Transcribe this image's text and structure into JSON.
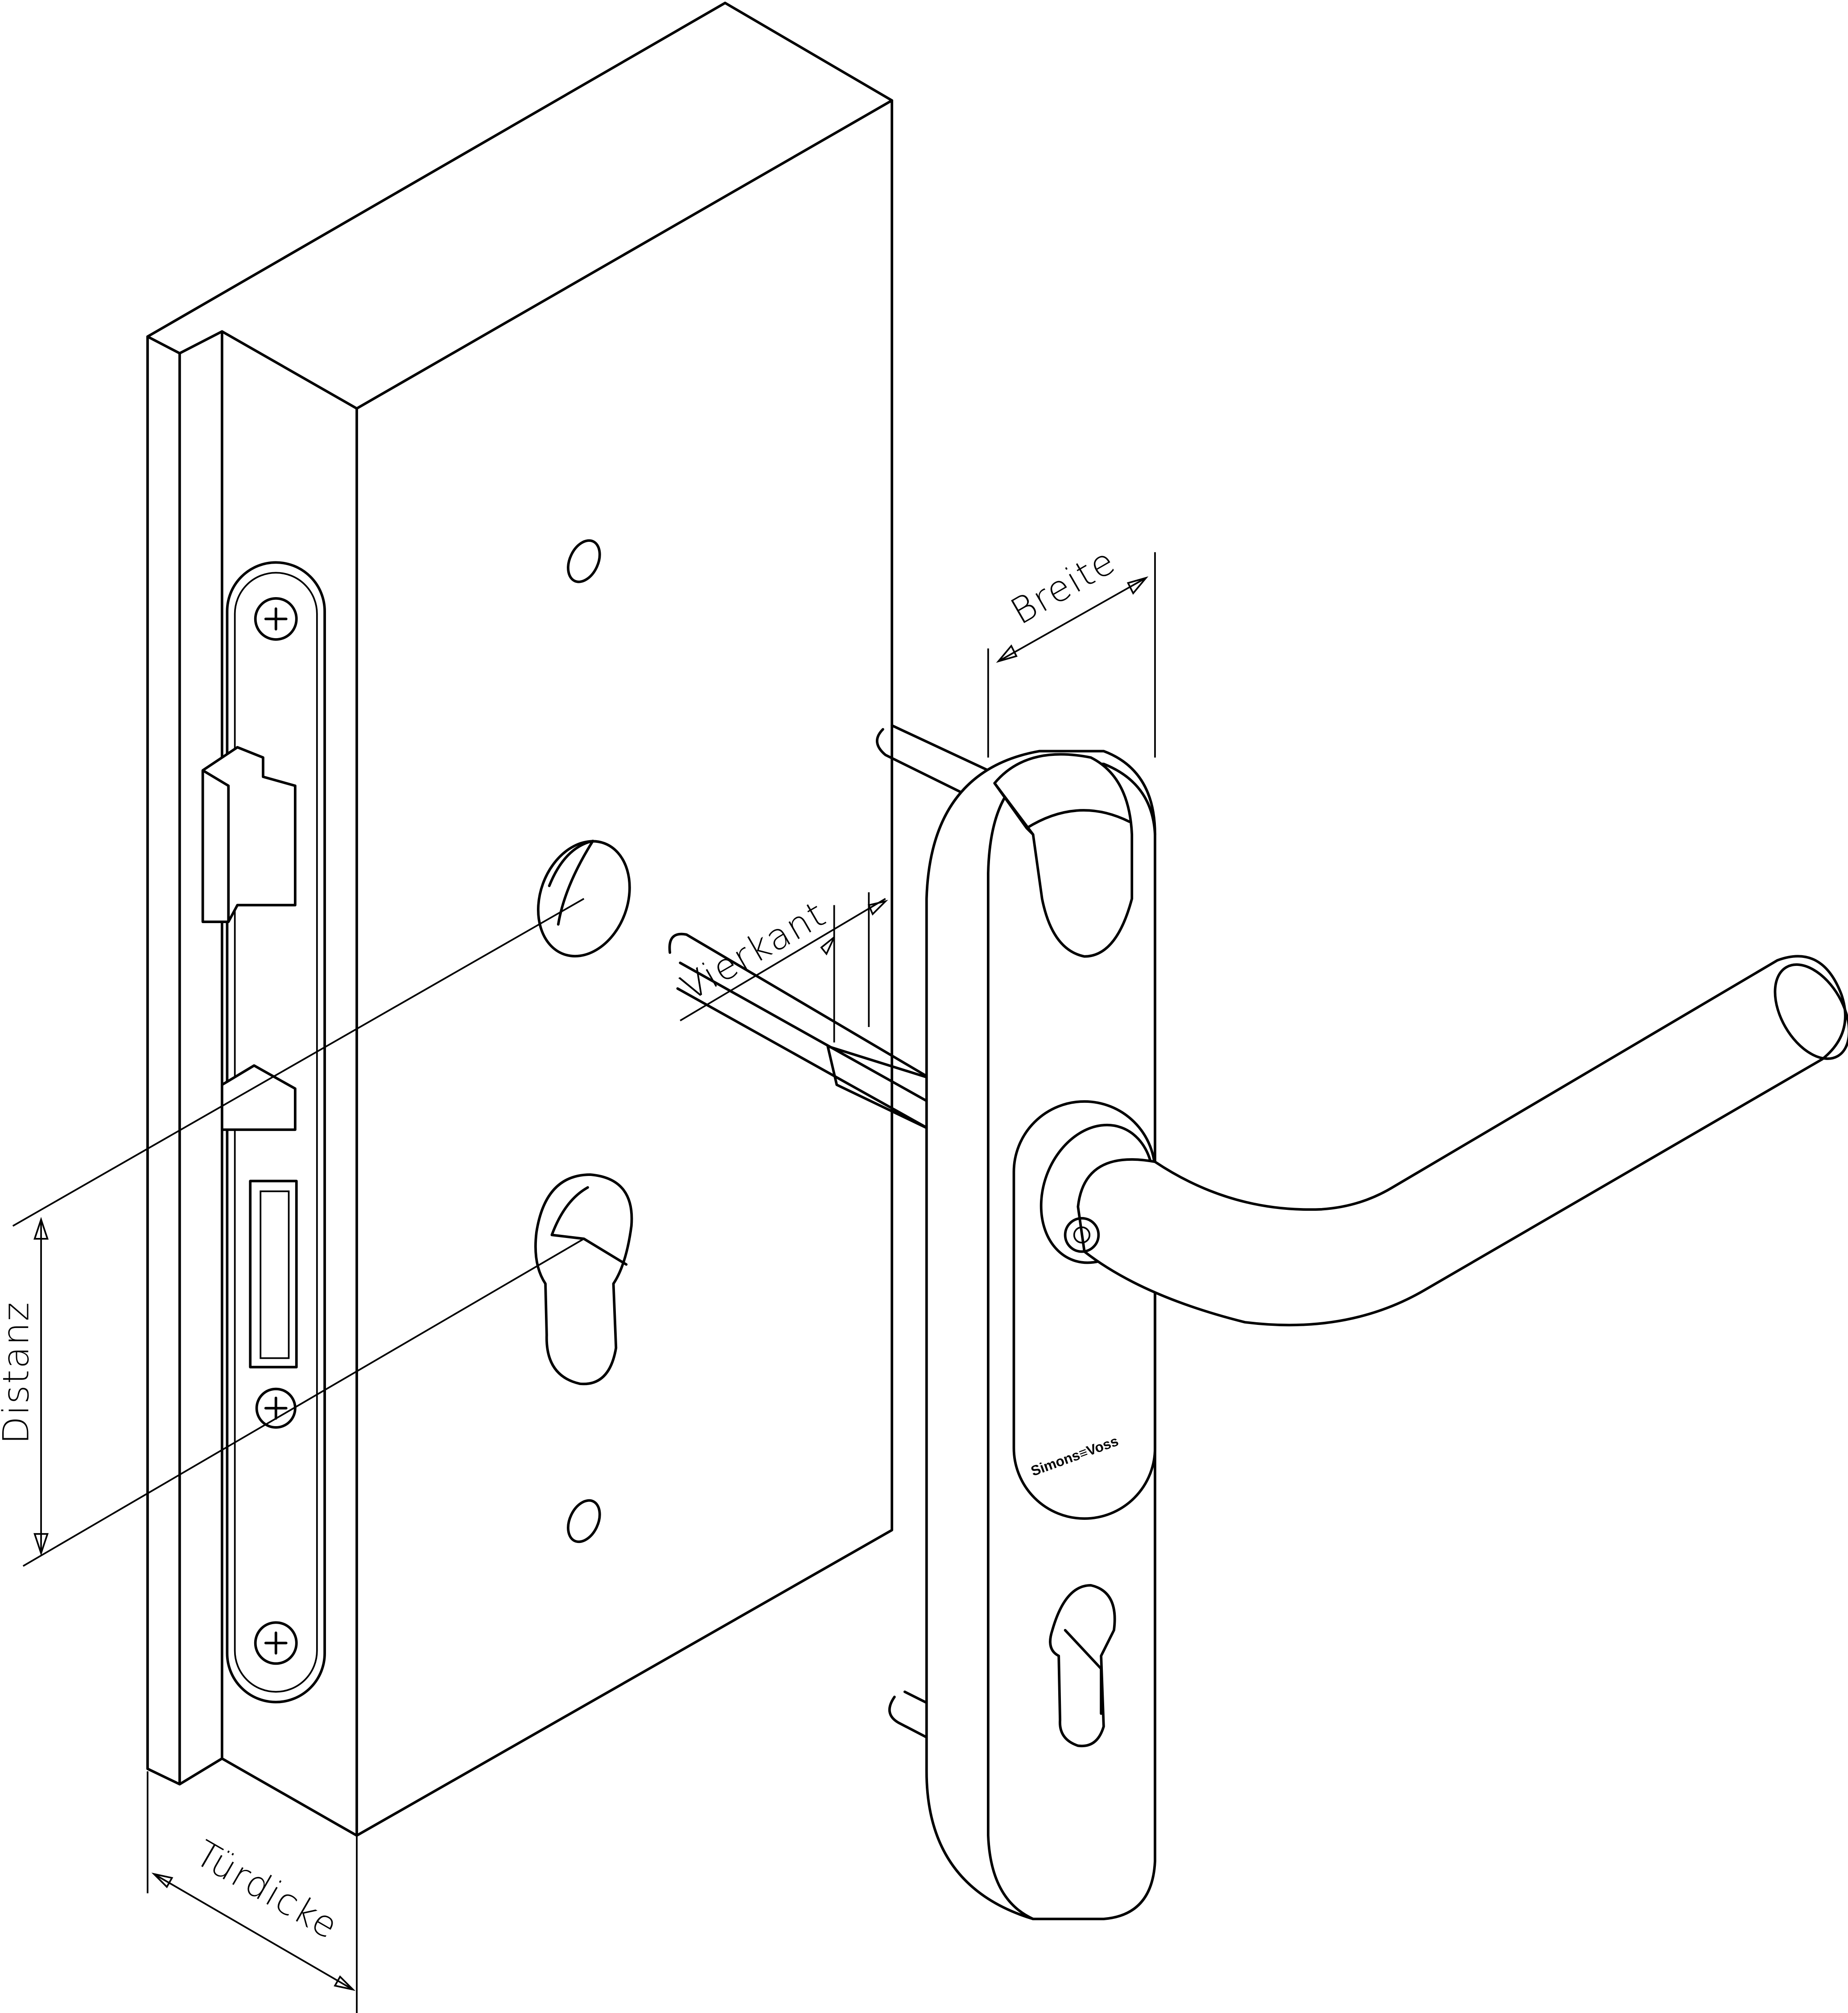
{
  "diagram": {
    "labels": {
      "width": "Breite",
      "spindle": "Vierkant",
      "distance": "Distanz",
      "door_thickness": "Türdicke"
    },
    "logo_text": "Simons≡Voss",
    "line_color": "#000000",
    "background": "#ffffff"
  }
}
